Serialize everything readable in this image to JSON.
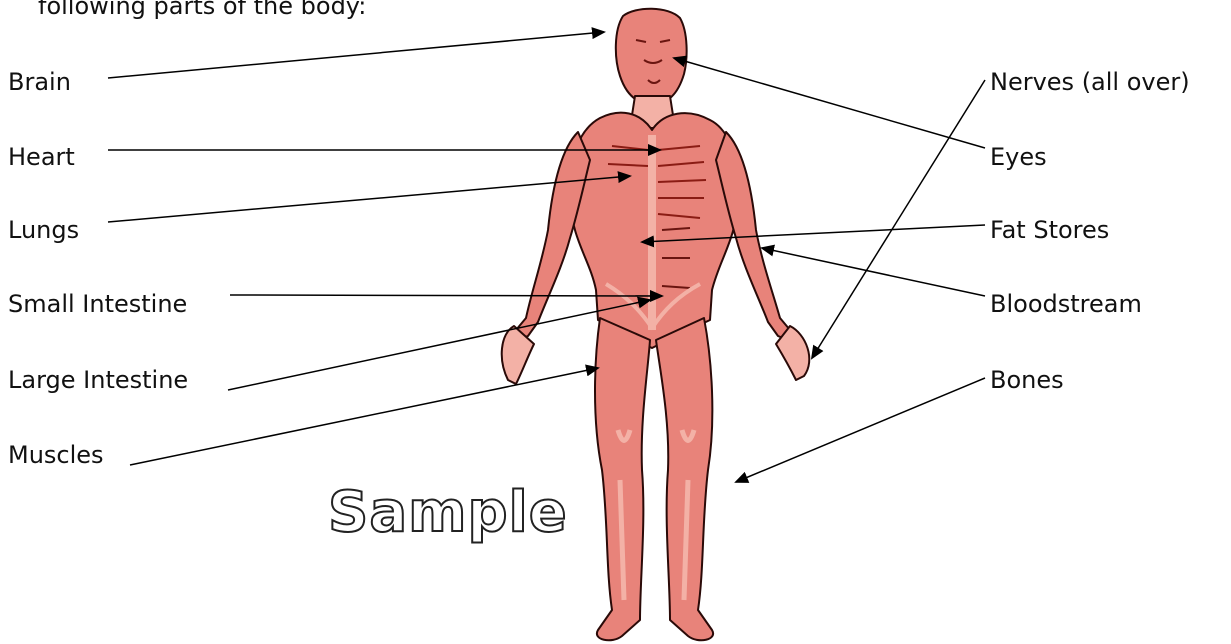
{
  "intro_text": "following parts of the body:",
  "labels_left": [
    "Brain",
    "Heart",
    "Lungs",
    "Small Intestine",
    "Large Intestine",
    "Muscles"
  ],
  "labels_right": [
    "Nerves (all over)",
    "Eyes",
    "Fat Stores",
    "Bloodstream",
    "Bones"
  ],
  "watermark": "Sample",
  "colors": {
    "muscle": "#e8837a",
    "muscle_light": "#f3b1a6",
    "muscle_dark": "#8a1c14",
    "outline": "#2a0a08",
    "line": "#000000"
  }
}
